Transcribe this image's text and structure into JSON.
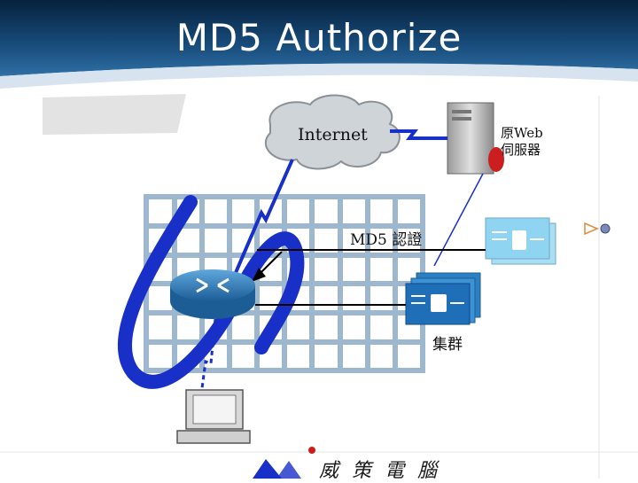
{
  "slide": {
    "title": "MD5  Authorize"
  },
  "diagram": {
    "internet_label": "Internet",
    "web_server_label_line1": "原Web",
    "web_server_label_line2": "伺服器",
    "md5_auth_label": "MD5 認證",
    "cluster_label": "集群"
  },
  "footer": {
    "logo_text": "威 策 電 腦"
  },
  "colors": {
    "header_dark": "#0a2a4a",
    "header_blue": "#1f5f95",
    "grid_blue": "#9db7cf",
    "accent_blue": "#1830c8",
    "router_blue": "#2f7fbf",
    "server_light": "#8fd4f0"
  }
}
